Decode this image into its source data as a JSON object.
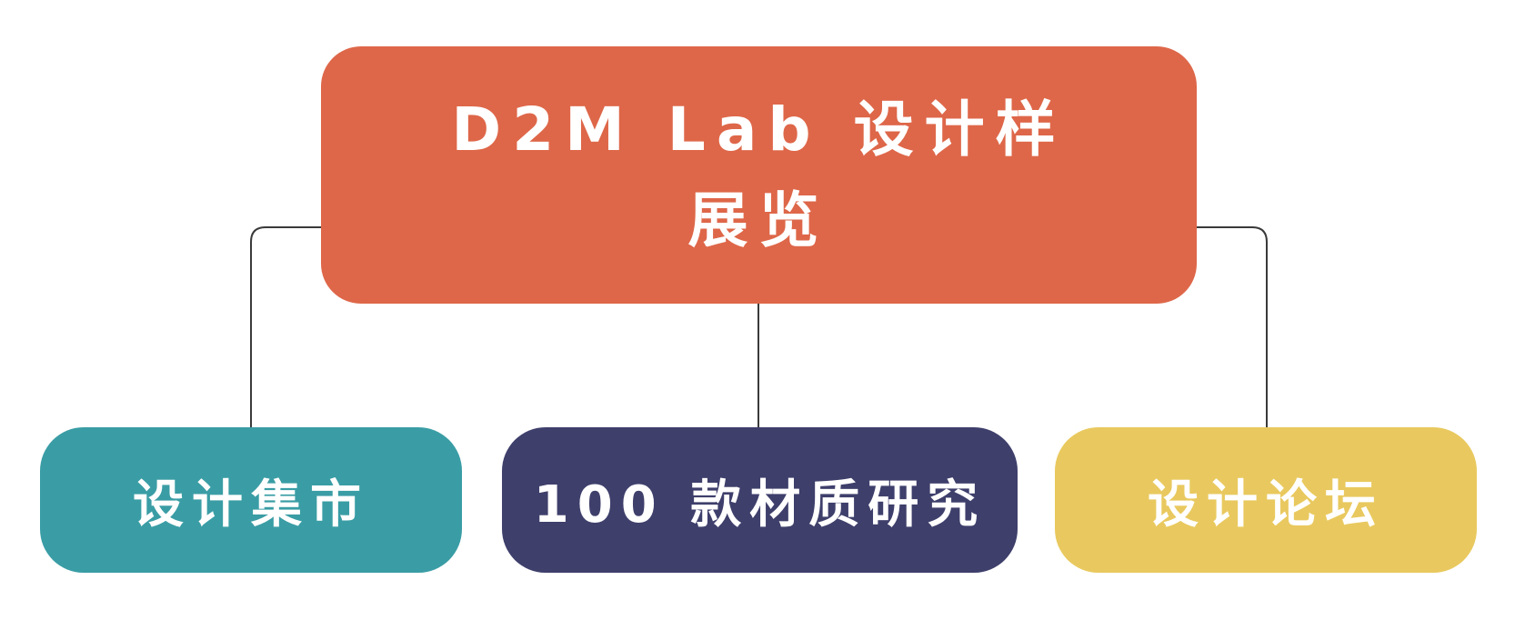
{
  "diagram": {
    "root": {
      "label": "D2M Lab 设计样展览",
      "color": "#DE6749"
    },
    "children": [
      {
        "label": "设计集市",
        "color": "#3A9DA5"
      },
      {
        "label": "100 款材质研究",
        "color": "#3E3F6B"
      },
      {
        "label": "设计论坛",
        "color": "#E9C95F"
      }
    ],
    "connector_color": "#3A3A3A"
  }
}
